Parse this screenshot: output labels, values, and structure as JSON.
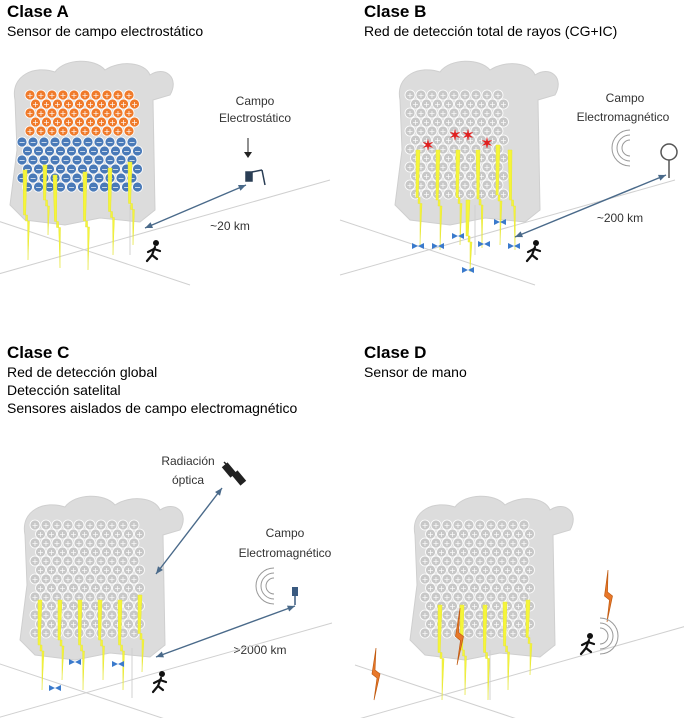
{
  "panels": {
    "a": {
      "title": "Clase A",
      "lines": [
        "Sensor de campo electrostático"
      ],
      "field_label_1": "Campo",
      "field_label_2": "Electrostático",
      "distance": "~20 km"
    },
    "b": {
      "title": "Clase B",
      "lines": [
        "Red de detección total de rayos (CG+IC)"
      ],
      "field_label_1": "Campo",
      "field_label_2": "Electromagnético",
      "distance": "~200 km"
    },
    "c": {
      "title": "Clase C",
      "lines": [
        "Red de detección global",
        "Detección satelital",
        "Sensores aislados de campo electromagnético"
      ],
      "optical_1": "Radiación",
      "optical_2": "óptica",
      "field_label_1": "Campo",
      "field_label_2": "Electromagnético",
      "distance": ">2000 km"
    },
    "d": {
      "title": "Clase D",
      "lines": [
        "Sensor de mano"
      ]
    }
  },
  "colors": {
    "cloud": "#dcdcdc",
    "positive_charge": "#f07a2a",
    "negative_charge": "#4a7ab8",
    "neutral_charge": "#c8c8c8",
    "lightning": "#f5f53a",
    "ground_strike": "#e8782a",
    "sensor": "#3a5a80"
  },
  "icons": [
    "person-icon",
    "sensor-antenna-icon",
    "satellite-icon",
    "radio-wave-icon",
    "lightning-bolt-icon"
  ]
}
